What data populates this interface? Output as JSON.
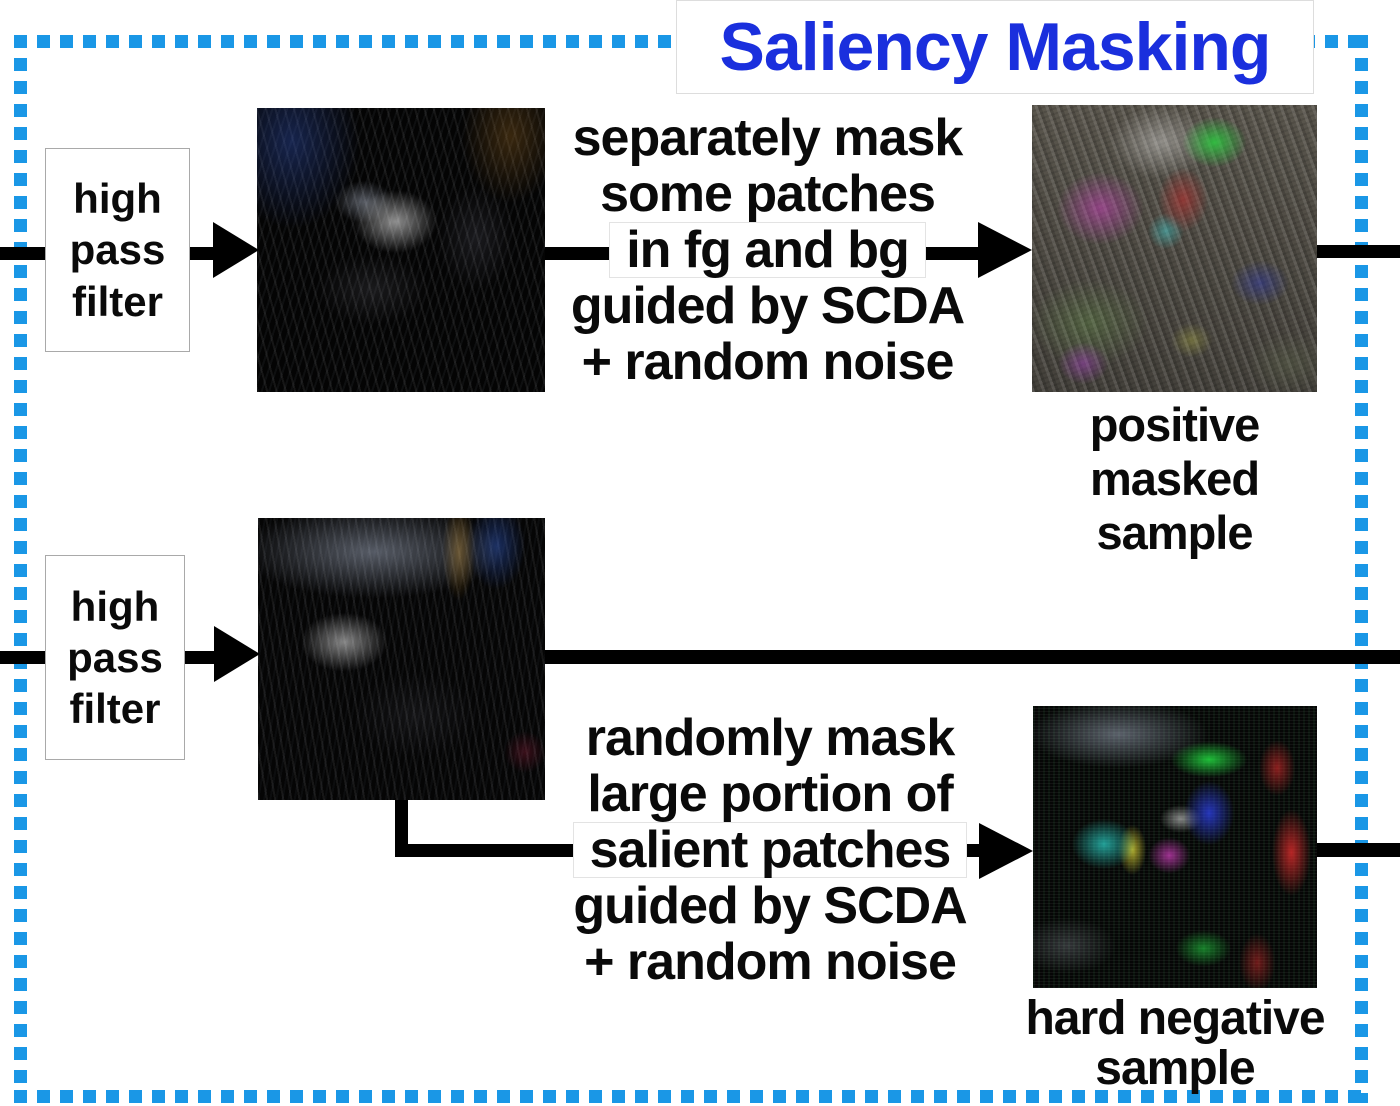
{
  "diagram": {
    "title": "Saliency Masking",
    "colors": {
      "border_blue": "#1a97e6",
      "title_blue": "#1a2fdd",
      "arrow_black": "#000000"
    },
    "row1": {
      "filter_label": "high pass filter",
      "step_lines": [
        "separately mask",
        "some patches",
        "in fg and bg",
        "guided by SCDA",
        "+ random noise"
      ],
      "caption_lines": [
        "positive",
        "masked",
        "sample"
      ]
    },
    "row2": {
      "filter_label": "high pass filter",
      "step_lines": [
        "randomly mask",
        "large portion of",
        "salient patches",
        "guided by SCDA",
        "+ random noise"
      ],
      "caption_lines": [
        "hard negative",
        "sample"
      ]
    }
  }
}
